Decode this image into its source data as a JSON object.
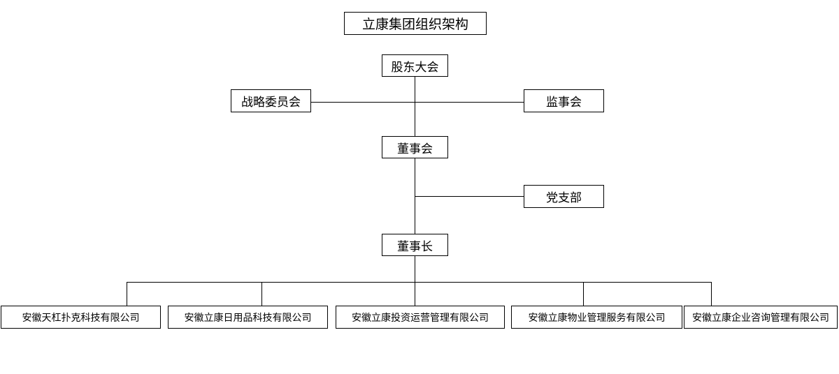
{
  "title": "立康集团组织架构",
  "nodes": {
    "shareholders": "股东大会",
    "strategy": "战略委员会",
    "supervisory": "监事会",
    "board": "董事会",
    "party": "党支部",
    "chairman": "董事长"
  },
  "companies": [
    "安徽天杠扑克科技有限公司",
    "安徽立康日用品科技有限公司",
    "安徽立康投资运营管理有限公司",
    "安徽立康物业管理服务有限公司",
    "安徽立康企业咨询管理有限公司"
  ]
}
